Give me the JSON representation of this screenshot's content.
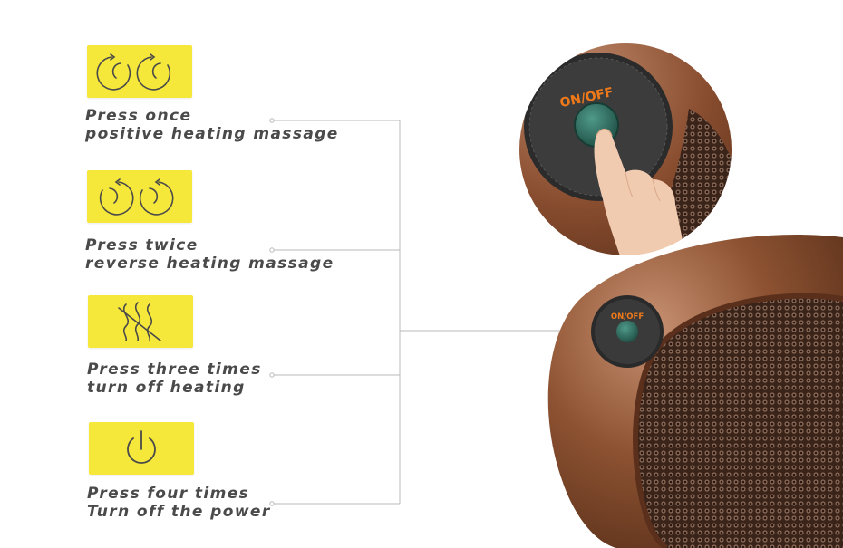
{
  "modes": [
    {
      "line1": "Press once",
      "line2": "positive heating massage",
      "icon": "clockwise-rotation-icons"
    },
    {
      "line1": "Press twice",
      "line2": "reverse heating massage",
      "icon": "counter-clockwise-rotation-icons"
    },
    {
      "line1": "Press three times",
      "line2": "turn off heating",
      "icon": "heat-waves-icon"
    },
    {
      "line1": "Press four times",
      "line2": "Turn off the power",
      "icon": "power-icon"
    }
  ],
  "product": {
    "button_label": "ON/OFF",
    "zoom_button_label": "ON/OFF"
  },
  "colors": {
    "icon_background": "#f6e83a",
    "caption_text": "#4a4a4a",
    "button_label": "#f07a1a",
    "button_face": "#2c6a5e",
    "leather": "#8a5030"
  }
}
